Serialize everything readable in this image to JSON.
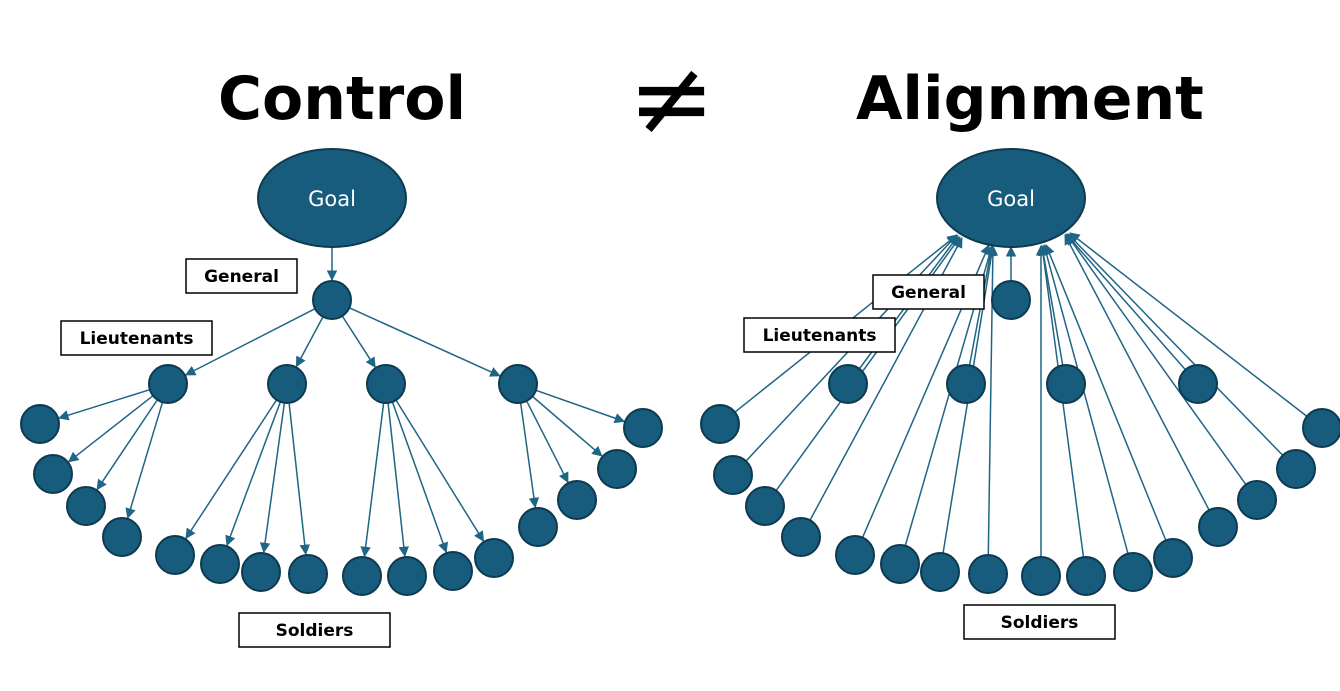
{
  "titles": {
    "left": "Control",
    "right": "Alignment",
    "separator": "≠"
  },
  "colors": {
    "node_fill": "#175c7d",
    "node_stroke": "#0d3a50",
    "edge": "#1f6585"
  },
  "control": {
    "goal_label": "Goal",
    "labels": {
      "general": "General",
      "lieutenants": "Lieutenants",
      "soldiers": "Soldiers"
    }
  },
  "alignment": {
    "goal_label": "Goal",
    "labels": {
      "general": "General",
      "lieutenants": "Lieutenants",
      "soldiers": "Soldiers"
    }
  }
}
